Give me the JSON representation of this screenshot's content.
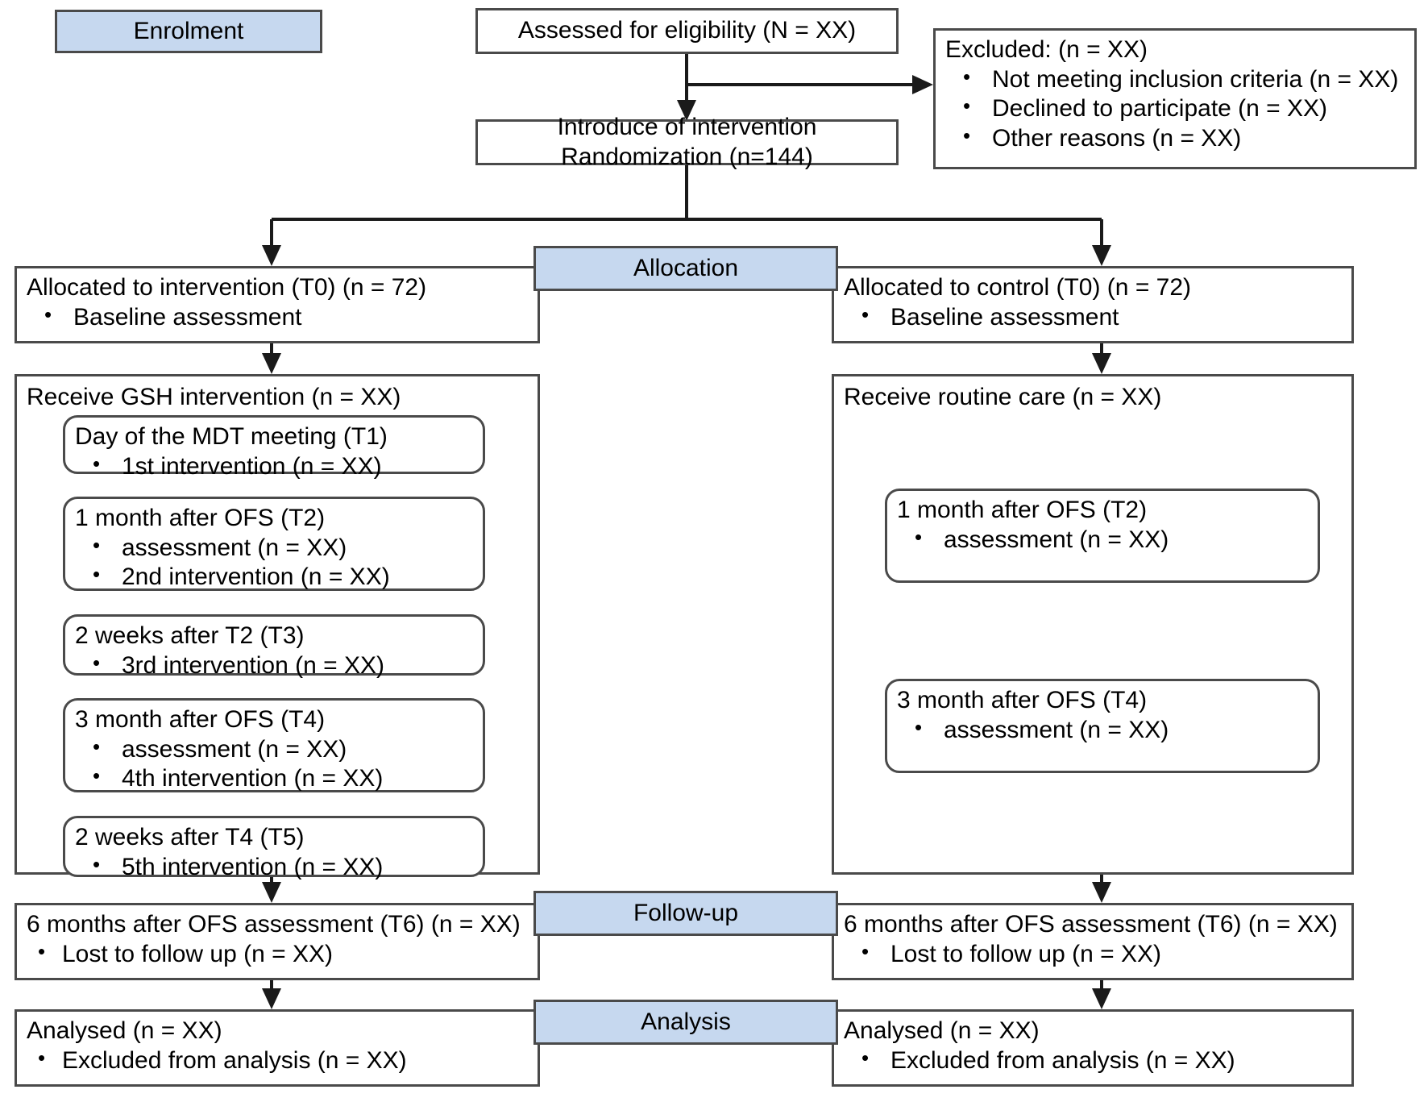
{
  "diagram": {
    "title": "CONSORT participant flow diagram",
    "accent_color": "#c6d8ef",
    "line_color": "#1a1a1a",
    "border_color": "#4a4a4a"
  },
  "stages": {
    "enrolment": "Enrolment",
    "allocation": "Allocation",
    "followup": "Follow-up",
    "analysis": "Analysis"
  },
  "enrolment": {
    "assessed": "Assessed for eligibility (N = XX)",
    "randomization_line1": "Introduce of intervention",
    "randomization_line2": "Randomization (n=144)",
    "excluded_title": "Excluded: (n = XX)",
    "excluded_items": [
      "Not meeting inclusion criteria (n = XX)",
      "Declined to participate (n = XX)",
      "Other reasons (n = XX)"
    ]
  },
  "intervention_arm": {
    "allocated_title": "Allocated to intervention (T0)  (n = 72)",
    "allocated_items": [
      "Baseline assessment"
    ],
    "receive_title": "Receive GSH intervention (n = XX)",
    "steps": [
      {
        "title": "Day of the MDT meeting (T1)",
        "items": [
          "1st intervention (n = XX)"
        ]
      },
      {
        "title": "1 month after OFS (T2)",
        "items": [
          "assessment  (n = XX)",
          "2nd intervention (n = XX)"
        ]
      },
      {
        "title": "2 weeks after T2  (T3)",
        "items": [
          "3rd intervention (n = XX)"
        ]
      },
      {
        "title": "3 month after OFS (T4)",
        "items": [
          "assessment  (n = XX)",
          "4th intervention (n = XX)"
        ]
      },
      {
        "title": "2 weeks after T4  (T5)",
        "items": [
          "5th intervention (n = XX)"
        ]
      }
    ],
    "followup_title": "6 months after OFS assessment (T6) (n = XX)",
    "followup_items": [
      "Lost to follow up (n = XX)"
    ],
    "analysed_title": "Analysed (n = XX)",
    "analysed_items": [
      "Excluded from analysis (n = XX)"
    ]
  },
  "control_arm": {
    "allocated_title": "Allocated to control (T0) (n = 72)",
    "allocated_items": [
      "Baseline assessment"
    ],
    "receive_title": "Receive routine care (n = XX)",
    "steps": [
      {
        "title": "1 month after OFS (T2)",
        "items": [
          "assessment  (n = XX)"
        ]
      },
      {
        "title": "3 month after OFS (T4)",
        "items": [
          "assessment  (n = XX)"
        ]
      }
    ],
    "followup_title": "6 months after OFS assessment (T6) (n = XX)",
    "followup_items": [
      "Lost to follow up (n = XX)"
    ],
    "analysed_title": "Analysed (n = XX)",
    "analysed_items": [
      "Excluded from analysis  (n = XX)"
    ]
  }
}
